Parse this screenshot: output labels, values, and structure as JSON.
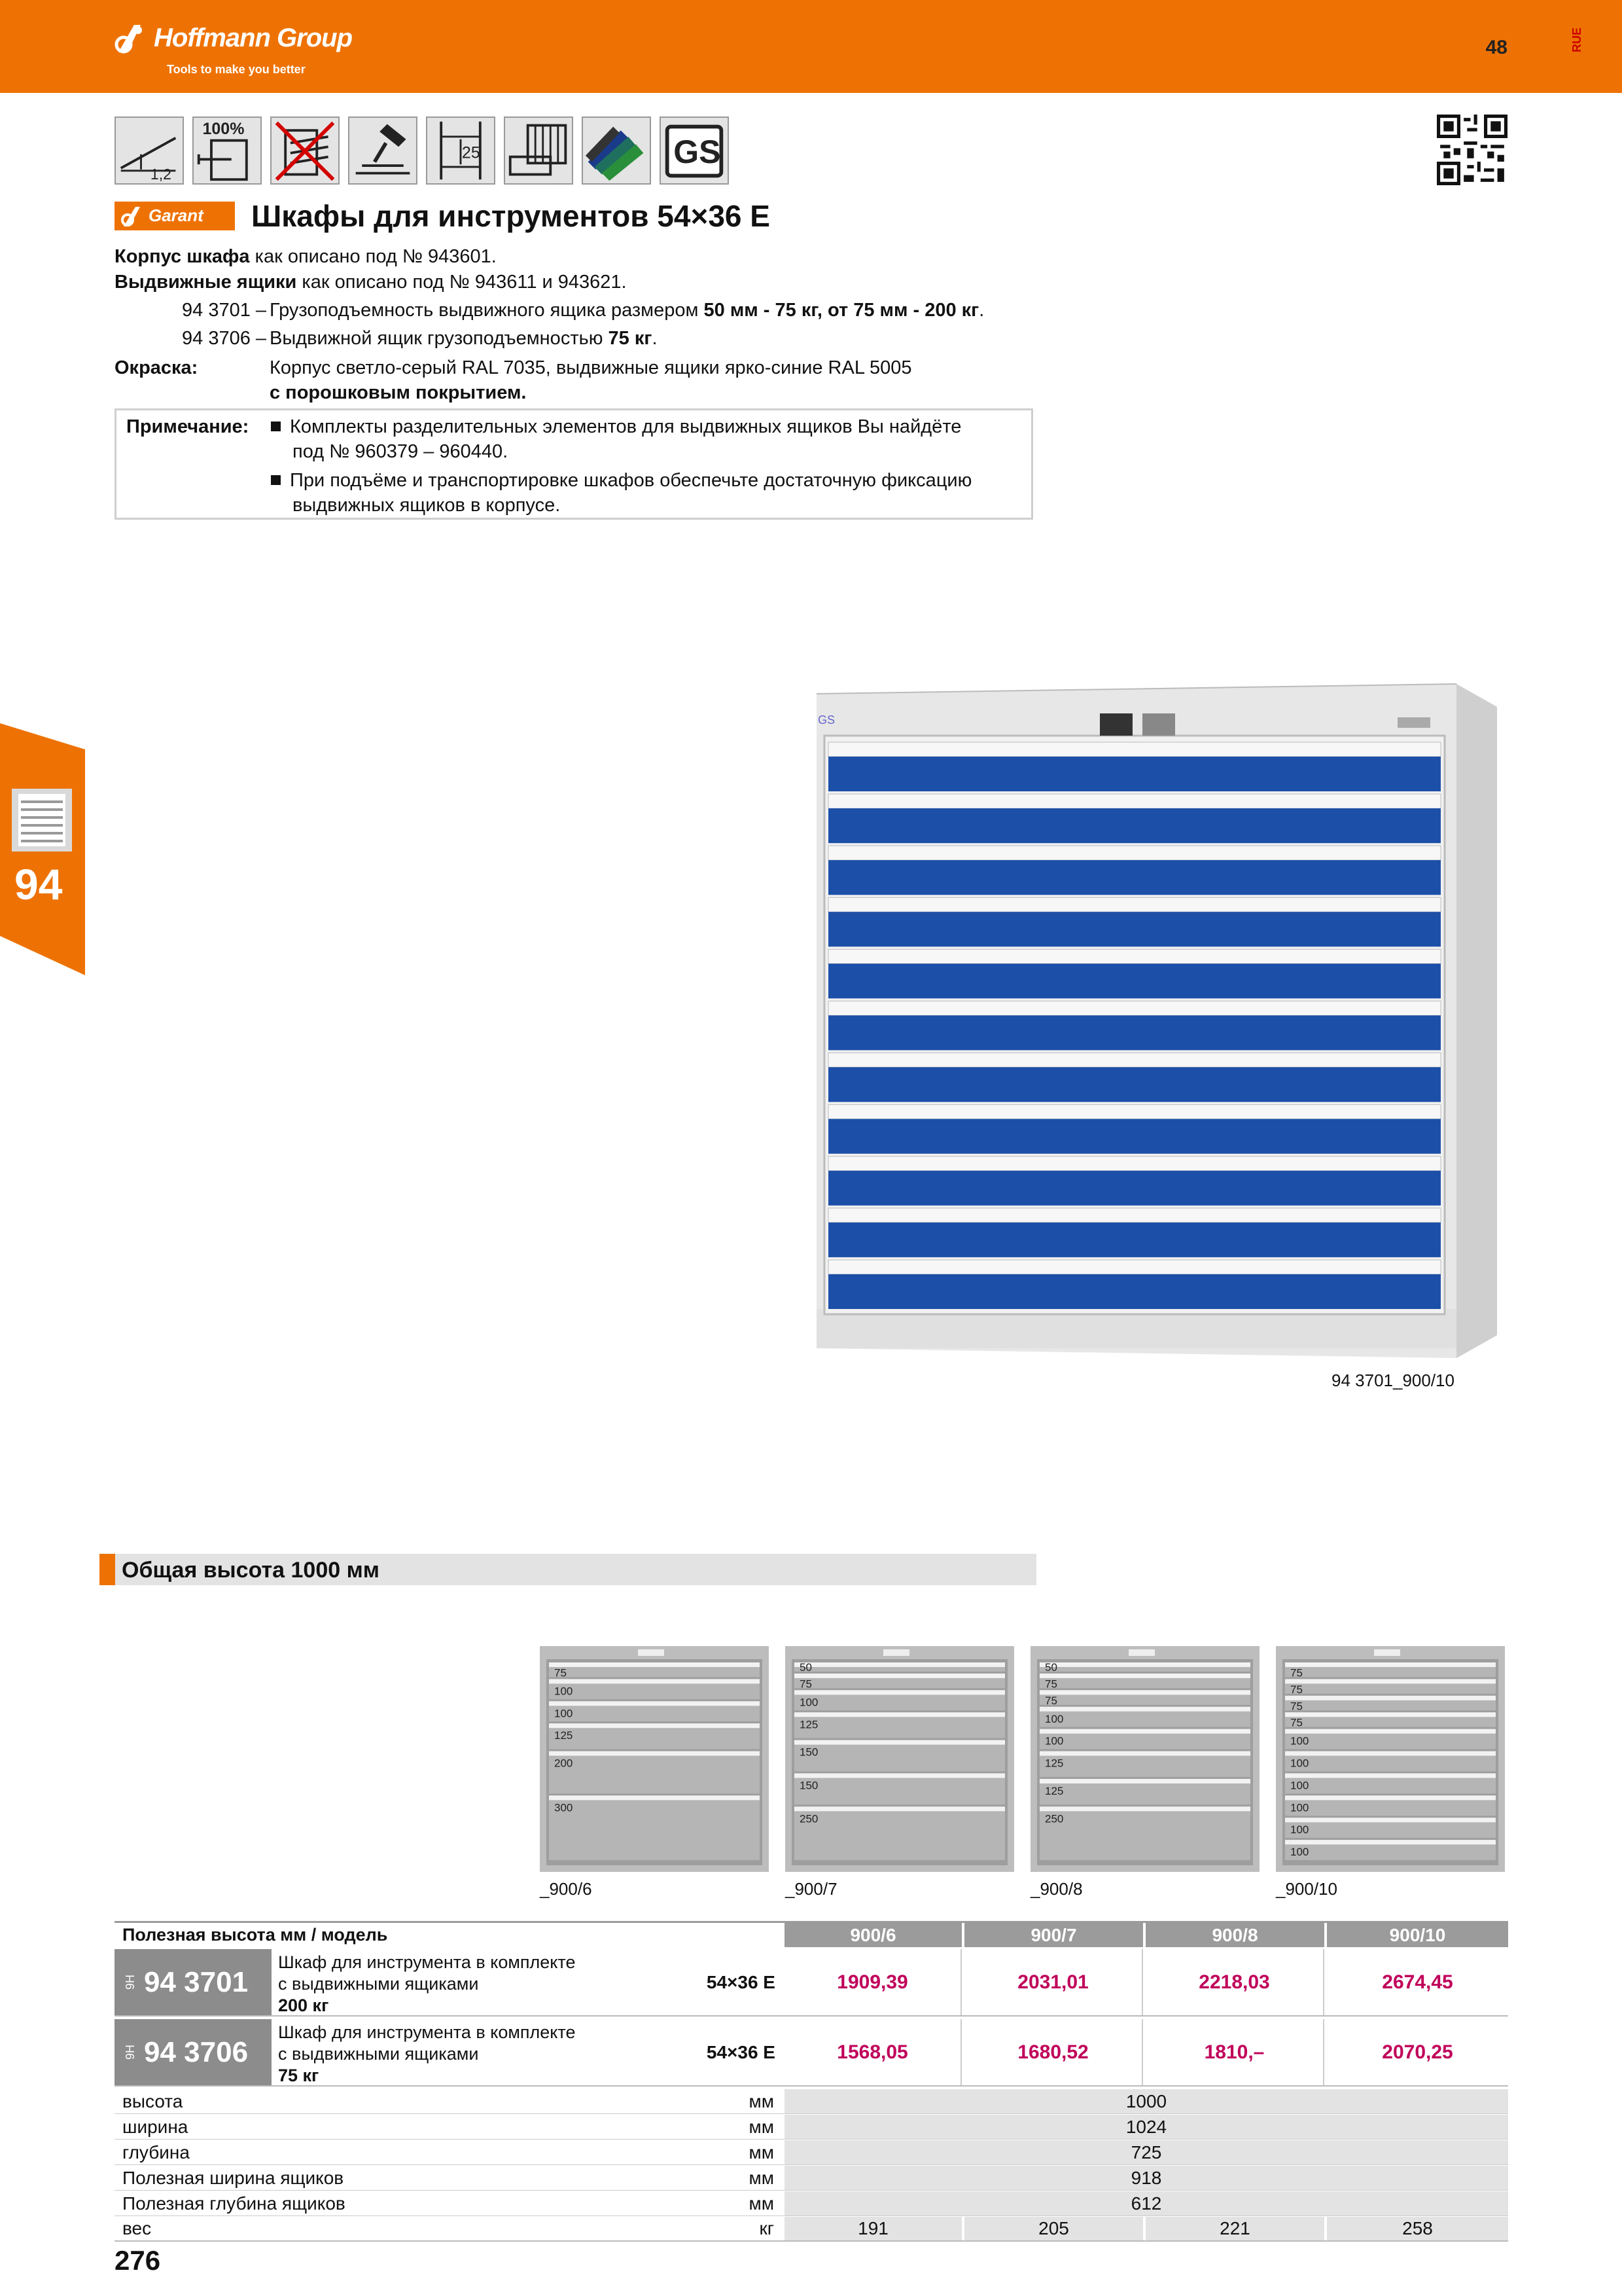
{
  "header": {
    "brand": "Hoffmann Group",
    "tagline": "Tools to make you better",
    "page_ref": "48",
    "lang_code": "RUE"
  },
  "feature_icons": [
    {
      "name": "load-capacity-icon",
      "label": "1,2"
    },
    {
      "name": "full-extension-icon",
      "label": "100%"
    },
    {
      "name": "anti-tilt-icon",
      "label": ""
    },
    {
      "name": "central-lock-icon",
      "label": ""
    },
    {
      "name": "grid-spacing-icon",
      "label": "25"
    },
    {
      "name": "drawer-partitions-icon",
      "label": ""
    },
    {
      "name": "color-swatches-icon",
      "label": ""
    },
    {
      "name": "gs-certification-icon",
      "label": "GS"
    }
  ],
  "product": {
    "badge": "Garant",
    "title": "Шкафы для инструментов 54×36 E",
    "lines": {
      "body_label": "Корпус шкафа",
      "body_text": " как описано под № 943601.",
      "drawers_label": "Выдвижные ящики",
      "drawers_text": " как описано под № 943611 и 943621.",
      "art1_no": "94 3701 –",
      "art1_text": "Грузоподъемность выдвижного ящика размером ",
      "art1_bold": "50 мм - 75 кг, от 75 мм - 200 кг",
      "art1_end": ".",
      "art2_no": "94 3706 –",
      "art2_text": "Выдвижной ящик грузоподъемностью ",
      "art2_bold": "75 кг",
      "art2_end": ".",
      "paint_label": "Окраска:",
      "paint_text": "Корпус светло-серый RAL 7035, выдвижные ящики ярко-синие RAL 5005",
      "paint_bold": "с порошковым покрытием."
    },
    "note": {
      "label": "Примечание:",
      "bullet1_line1": "Комплекты разделительных элементов для выдвижных ящиков Вы найдёте",
      "bullet1_line2": "под № 960379 – 960440.",
      "bullet2_line1": "При подъёме и транспортировке шкафов обеспечьте достаточную фиксацию",
      "bullet2_line2": "выдвижных ящиков в корпусе."
    }
  },
  "side_tab": {
    "number": "94"
  },
  "photo": {
    "caption": "94 3701_900/10",
    "drawer_count": 11
  },
  "section": {
    "title": "Общая высота 1000 мм"
  },
  "diagrams": [
    {
      "label": "_900/6",
      "drawers": [
        "75",
        "100",
        "100",
        "125",
        "200",
        "300"
      ]
    },
    {
      "label": "_900/7",
      "drawers": [
        "50",
        "75",
        "100",
        "125",
        "150",
        "150",
        "250"
      ]
    },
    {
      "label": "_900/8",
      "drawers": [
        "50",
        "75",
        "75",
        "100",
        "100",
        "125",
        "125",
        "250"
      ]
    },
    {
      "label": "_900/10",
      "drawers": [
        "75",
        "75",
        "75",
        "75",
        "100",
        "100",
        "100",
        "100",
        "100",
        "100"
      ]
    }
  ],
  "table": {
    "header_label": "Полезная высота мм / модель",
    "models": [
      "900/6",
      "900/7",
      "900/8",
      "900/10"
    ],
    "articles": [
      {
        "code_prefix": "9H",
        "number": "94 3701",
        "desc1": "Шкаф для инструмента в комплекте",
        "desc2": "с выдвижными ящиками",
        "desc3": "200 кг",
        "size": "54×36 E",
        "prices": [
          "1909,39",
          "2031,01",
          "2218,03",
          "2674,45"
        ]
      },
      {
        "code_prefix": "9H",
        "number": "94 3706",
        "desc1": "Шкаф для инструмента в комплекте",
        "desc2": "с выдвижными ящиками",
        "desc3": "75 кг",
        "size": "54×36 E",
        "prices": [
          "1568,05",
          "1680,52",
          "1810,–",
          "2070,25"
        ]
      }
    ],
    "specs": [
      {
        "name": "высота",
        "unit": "мм",
        "value": "1000"
      },
      {
        "name": "ширина",
        "unit": "мм",
        "value": "1024"
      },
      {
        "name": "глубина",
        "unit": "мм",
        "value": "725"
      },
      {
        "name": "Полезная ширина ящиков",
        "unit": "мм",
        "value": "918"
      },
      {
        "name": "Полезная глубина ящиков",
        "unit": "мм",
        "value": "612"
      }
    ],
    "weight": {
      "name": "вес",
      "unit": "кг",
      "values": [
        "191",
        "205",
        "221",
        "258"
      ]
    }
  },
  "page_number": "276"
}
